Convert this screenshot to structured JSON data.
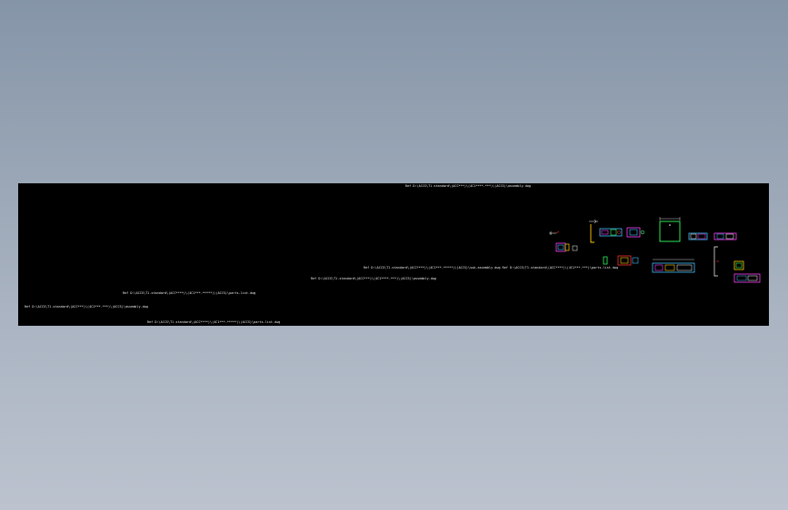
{
  "viewport": {
    "background_top": "#8595a8",
    "background_bottom": "#bcc3cf",
    "canvas_color": "#000000"
  },
  "xrefs": [
    "Ref D:\\ACCS\\T1.standard\\(ACC***)\\(4C1****-***)\\(ACCS)\\assembly.dwg",
    "Ref D:\\ACCS\\T1.standard\\(ACC****)\\(4C1***-*****)\\(ACCS)\\sub-assembly.dwg     Ref D:\\ACCS\\T1.standard\\(ACC****)\\(4C1***-***)\\parts-list.dwg",
    "Ref D:\\ACCS\\T1.standard\\(ACC***)\\(4C1****-***)\\(ACCS)\\assembly.dwg",
    "Ref D:\\ACCS\\T1.standard\\(ACC****)\\(4C1***-*****)\\(ACCS)\\parts-list.dwg",
    "Ref D:\\ACCS\\T1.standard\\(ACC***)\\(4C1***-***)\\(ACCS)\\assembly.dwg",
    "Ref D:\\ACCS\\T1.standard\\(ACC****)\\(4C1***-*****)\\(ACCS)\\parts-list.dwg"
  ],
  "icons": {
    "dimension_frame": "dimension-frame-icon",
    "mechanism": "mechanism-parts-icon"
  }
}
